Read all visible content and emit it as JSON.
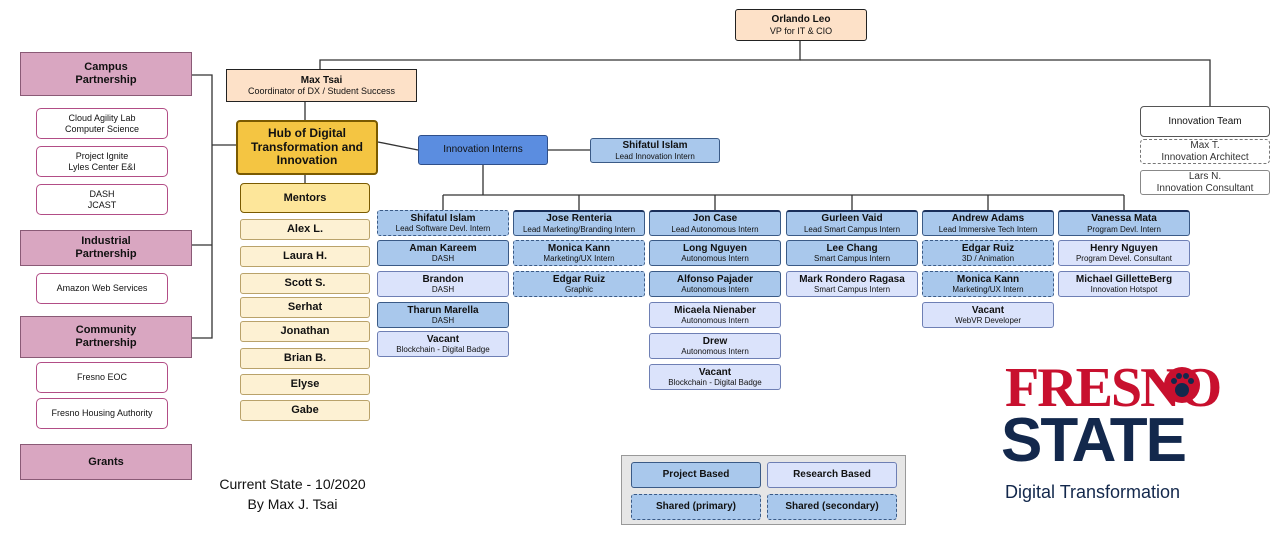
{
  "top": {
    "name": "Orlando Leo",
    "title": "VP for IT & CIO"
  },
  "coordinator": {
    "name": "Max Tsai",
    "title": "Coordinator of DX / Student Success"
  },
  "hub": {
    "label": "Hub of Digital Transformation and Innovation"
  },
  "mentors": {
    "label": "Mentors",
    "items": [
      "Alex L.",
      "Laura H.",
      "Scott S.",
      "Serhat",
      "Jonathan",
      "Brian B.",
      "Elyse",
      "Gabe"
    ]
  },
  "partnerships": {
    "campus": {
      "label": "Campus Partnership",
      "items": [
        [
          "Cloud Agility Lab",
          "Computer Science"
        ],
        [
          "Project Ignite",
          "Lyles Center E&I"
        ],
        [
          "DASH",
          "JCAST"
        ]
      ]
    },
    "industrial": {
      "label": "Industrial Partnership",
      "items": [
        "Amazon Web Services"
      ]
    },
    "community": {
      "label": "Community Partnership",
      "items": [
        "Fresno EOC",
        "Fresno Housing Authority"
      ]
    },
    "grants": {
      "label": "Grants"
    }
  },
  "interns": {
    "label": "Innovation Interns",
    "lead_name": "Shifatul Islam",
    "lead_title": "Lead Innovation Intern"
  },
  "innovation_team": {
    "label": "Innovation Team",
    "members": [
      {
        "name": "Max T.",
        "title": "Innovation Architect"
      },
      {
        "name": "Lars N.",
        "title": "Innovation Consultant"
      }
    ]
  },
  "columns": [
    {
      "head": {
        "name": "Shifatul Islam",
        "role": "Lead Software Devl. Intern"
      },
      "items": [
        {
          "name": "Aman Kareem",
          "role": "DASH"
        },
        {
          "name": "Brandon",
          "role": "DASH"
        },
        {
          "name": "Tharun Marella",
          "role": "DASH"
        },
        {
          "name": "Vacant",
          "role": "Blockchain - Digital Badge"
        }
      ]
    },
    {
      "head": {
        "name": "Jose Renteria",
        "role": "Lead Marketing/Branding Intern"
      },
      "items": [
        {
          "name": "Monica Kann",
          "role": "Marketing/UX Intern"
        },
        {
          "name": "Edgar Ruiz",
          "role": "Graphic"
        }
      ]
    },
    {
      "head": {
        "name": "Jon Case",
        "role": "Lead Autonomous Intern"
      },
      "items": [
        {
          "name": "Long Nguyen",
          "role": "Autonomous Intern"
        },
        {
          "name": "Alfonso Pajader",
          "role": "Autonomous Intern"
        },
        {
          "name": "Micaela Nienaber",
          "role": "Autonomous Intern"
        },
        {
          "name": "Drew",
          "role": "Autonomous Intern"
        },
        {
          "name": "Vacant",
          "role": "Blockchain - Digital Badge"
        }
      ]
    },
    {
      "head": {
        "name": "Gurleen Vaid",
        "role": "Lead Smart Campus Intern"
      },
      "items": [
        {
          "name": "Lee Chang",
          "role": "Smart Campus Intern"
        },
        {
          "name": "Mark Rondero Ragasa",
          "role": "Smart Campus Intern"
        }
      ]
    },
    {
      "head": {
        "name": "Andrew Adams",
        "role": "Lead Immersive Tech Intern"
      },
      "items": [
        {
          "name": "Edgar Ruiz",
          "role": "3D / Animation"
        },
        {
          "name": "Monica Kann",
          "role": "Marketing/UX Intern"
        },
        {
          "name": "Vacant",
          "role": "WebVR Developer"
        }
      ]
    },
    {
      "head": {
        "name": "Vanessa Mata",
        "role": "Program Devl. Intern"
      },
      "items": [
        {
          "name": "Henry Nguyen",
          "role": "Program Devel. Consultant"
        },
        {
          "name": "Michael GilletteBerg",
          "role": "Innovation Hotspot"
        }
      ]
    }
  ],
  "legend": {
    "project": "Project Based",
    "research": "Research Based",
    "shared_primary": "Shared (primary)",
    "shared_secondary": "Shared (secondary)"
  },
  "footer": {
    "line1": "Current State - 10/2020",
    "line2": "By Max J. Tsai"
  },
  "logo": {
    "line1": "FRESNO",
    "line2": "STATE",
    "tagline": "Digital Transformation",
    "red": "#c8102e",
    "blue": "#13284c"
  }
}
